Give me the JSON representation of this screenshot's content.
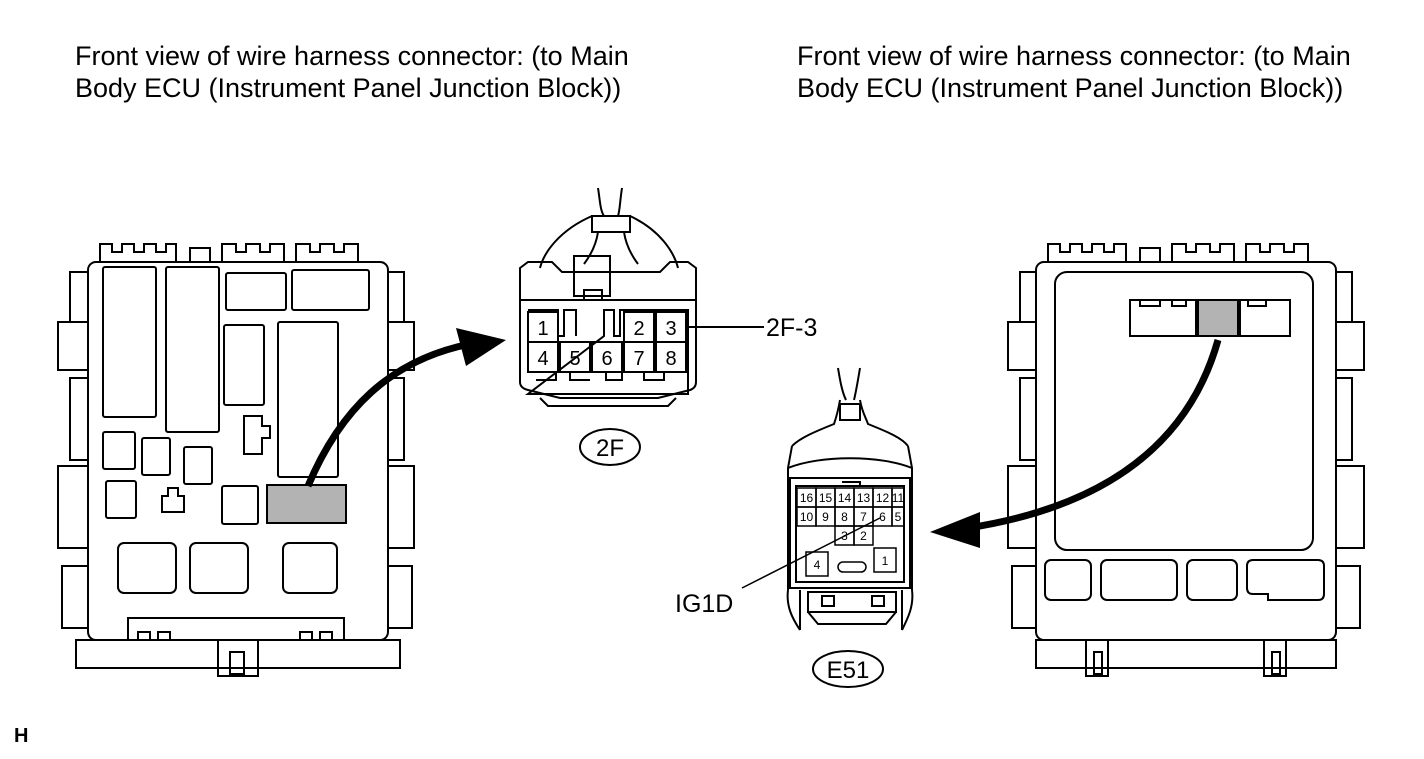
{
  "captions": {
    "left": "Front view of wire harness connector: (to Main\nBody ECU (Instrument Panel Junction Block))",
    "right": "Front view of wire harness connector: (to Main\nBody ECU (Instrument Panel Junction Block))"
  },
  "connector_2f": {
    "id": "2F",
    "pins_top": [
      "1",
      "2",
      "3"
    ],
    "pins_bottom": [
      "4",
      "5",
      "6",
      "7",
      "8"
    ],
    "callout": "2F-3"
  },
  "connector_e51": {
    "id": "E51",
    "pins_row1": [
      "16",
      "15",
      "14",
      "13",
      "12",
      "11"
    ],
    "pins_row2": [
      "10",
      "9",
      "8",
      "7",
      "6",
      "5"
    ],
    "pins_row3": [
      "3",
      "2"
    ],
    "pin_left": "4",
    "pin_right": "1",
    "callout": "IG1D"
  },
  "corner_mark": "H",
  "colors": {
    "highlight": "#b3b3b3",
    "line": "#000000",
    "background": "#ffffff"
  }
}
